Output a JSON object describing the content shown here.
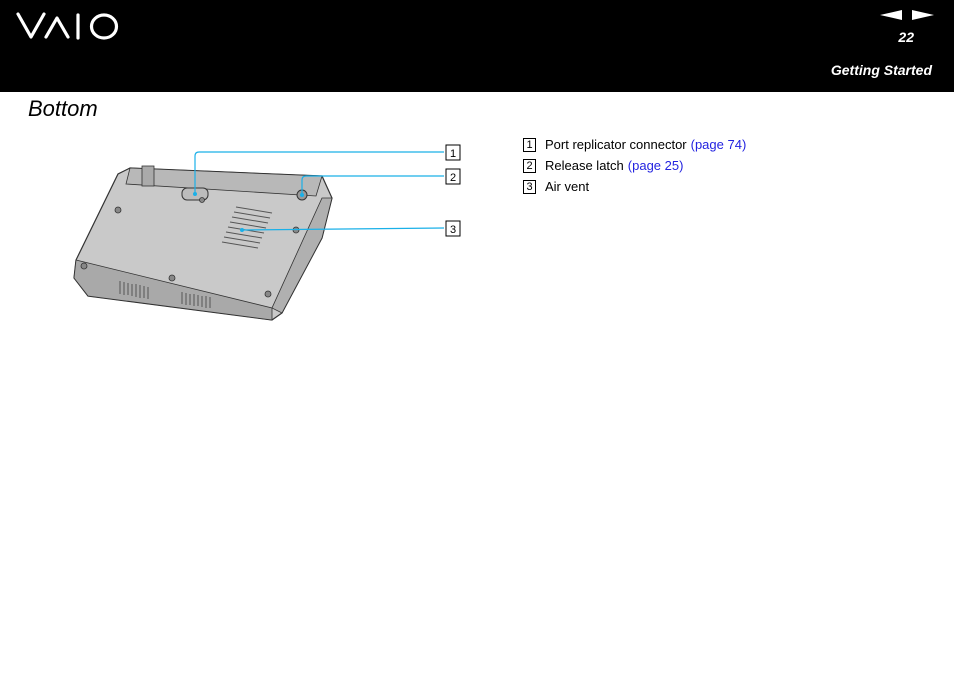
{
  "header": {
    "logo_text": "VAIO",
    "page_number": "22",
    "section": "Getting Started",
    "nav": {
      "prev_icon": "triangle-left-icon",
      "next_icon": "triangle-right-icon"
    }
  },
  "page": {
    "title": "Bottom"
  },
  "figure": {
    "markers": [
      "1",
      "2",
      "3"
    ],
    "callout_line_color": "#1ab0e8",
    "image_subject": "notebook-bottom-view"
  },
  "callouts": [
    {
      "number": "1",
      "text": "Port replicator connector",
      "link": "(page 74)"
    },
    {
      "number": "2",
      "text": "Release latch",
      "link": "(page 25)"
    },
    {
      "number": "3",
      "text": "Air vent",
      "link": ""
    }
  ],
  "colors": {
    "header_bg": "#000000",
    "link": "#2323e0",
    "callout_line": "#1ab0e8"
  }
}
